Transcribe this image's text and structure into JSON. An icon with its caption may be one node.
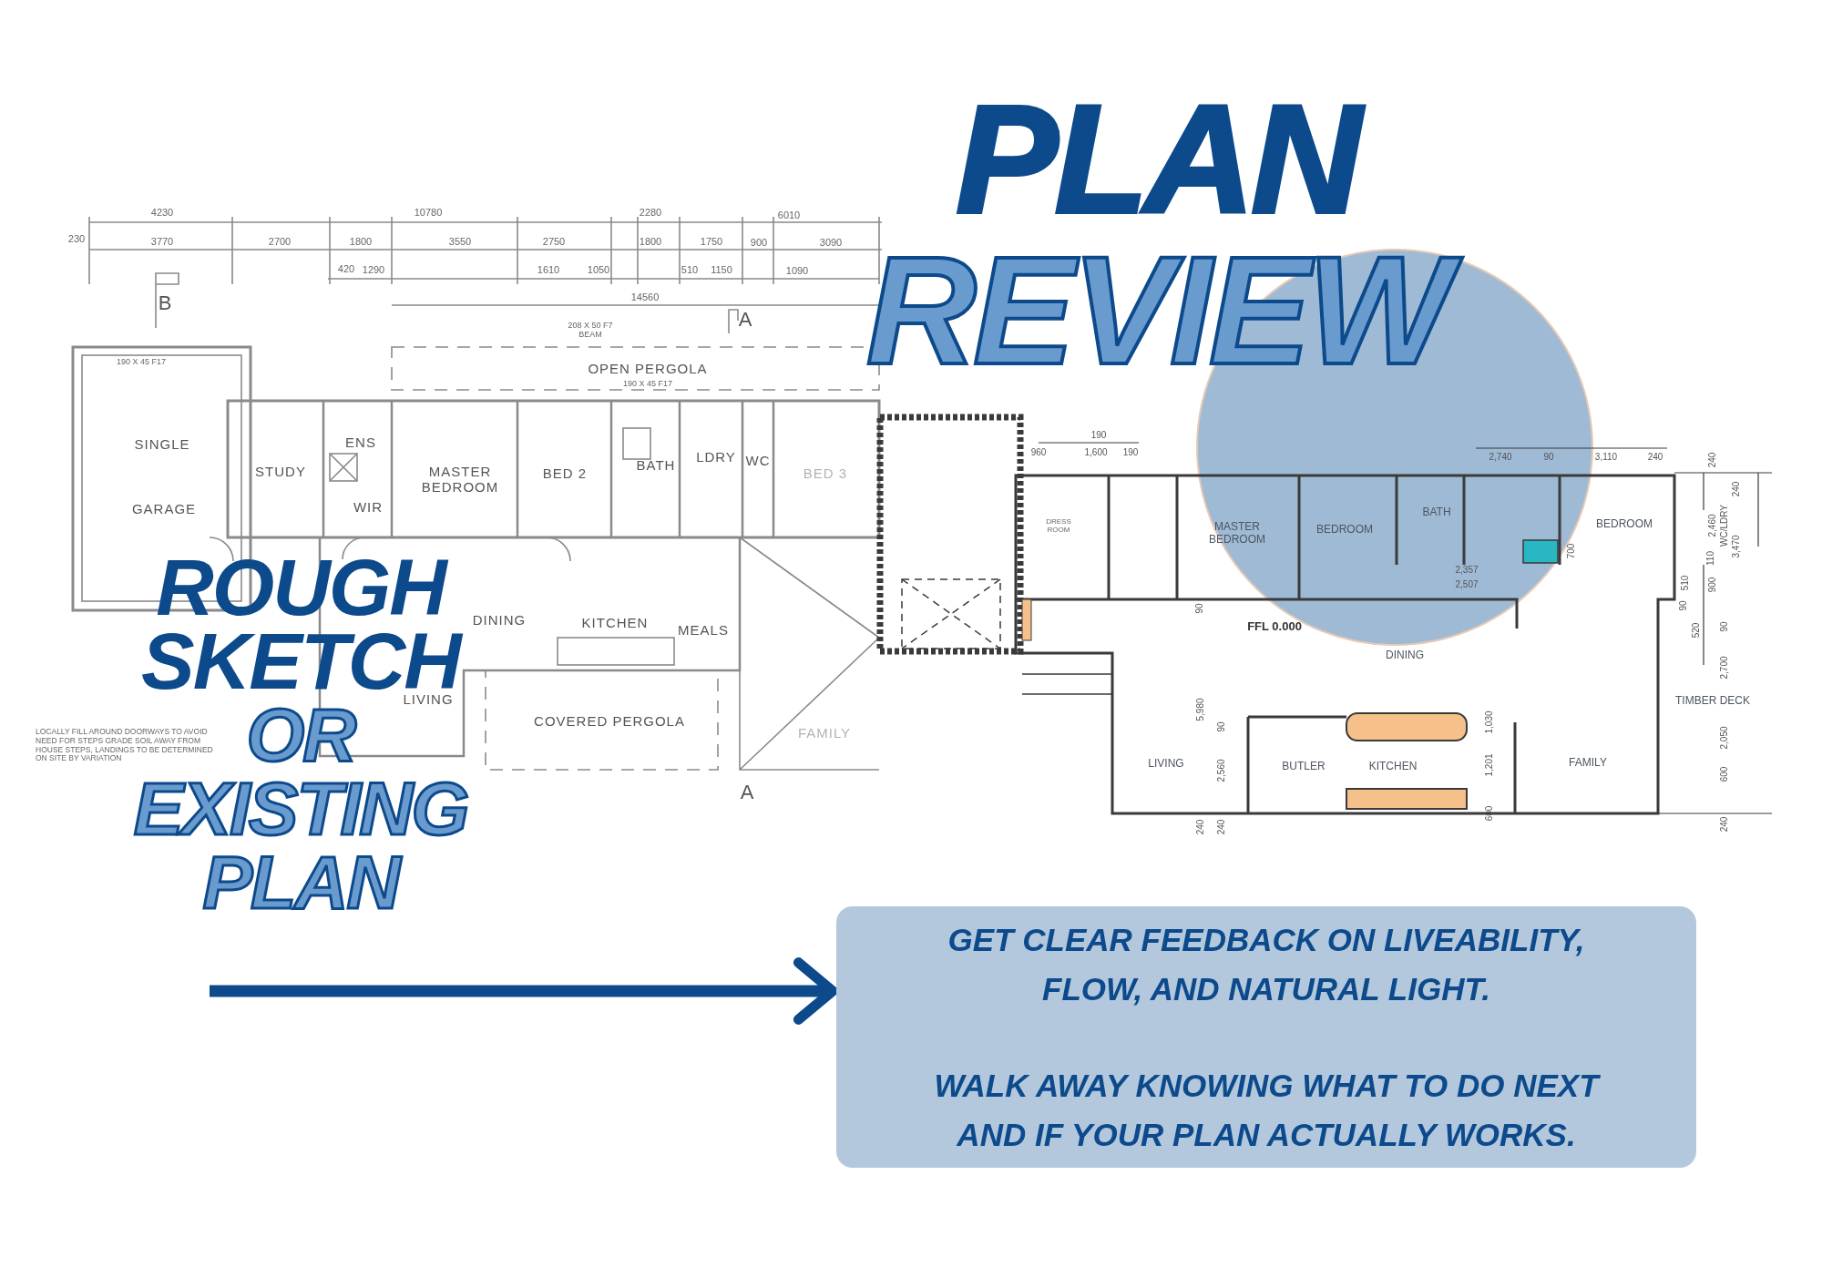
{
  "diagram": {
    "title": "PLAN REVIEW",
    "nodes": [
      {
        "text": [
          "ROUGH SKETCH",
          "OR EXISTING PLAN"
        ]
      },
      {
        "text": [
          "GET CLEAR FEEDBACK ON LIVEABILITY, FLOW, AND NATURAL LIGHT.",
          "WALK AWAY KNOWING WHAT TO DO NEXT AND IF YOUR PLAN ACTUALLY WORKS."
        ]
      }
    ],
    "edges": [
      {
        "from": null,
        "to": 1,
        "arrow": "to"
      }
    ],
    "labels": [
      "4230",
      "10780",
      "2280",
      "6010",
      "230",
      "3770",
      "2700",
      "1800",
      "3550",
      "2750",
      "1800",
      "1750",
      "900",
      "3090",
      "420",
      "1290",
      "1610",
      "1050",
      "510",
      "1150",
      "1090",
      "14560",
      "B",
      "A",
      "208 X 50 F7 BEAM",
      "190 X 45 F17",
      "OPEN PERGOLA",
      "190 X 45 F17",
      "SINGLE",
      "ENS",
      "LDRY",
      "WC",
      "BATH",
      "STUDY",
      "BED 2",
      "BED 3",
      "MASTER BEDROOM",
      "GARAGE",
      "WIR",
      "DINING",
      "KITCHEN",
      "MEALS",
      "FAMILY",
      "LIVING",
      "COVERED PERGOLA",
      "LOCALLY FILL AROUND DOORWAYS TO AVOID NEED FOR STEPS GRADE SOIL AWAY FROM HOUSE STEPS, LANDINGS TO BE DETERMINED ON SITE BY VARIATION",
      "A",
      "190",
      "960",
      "1,600",
      "190",
      "2,740",
      "90",
      "3,110",
      "240",
      "240",
      "240",
      "BATH",
      "DRESS ROOM",
      "BEDROOM",
      "MASTER BEDROOM",
      "BEDROOM",
      "2,460",
      "WC/LDRY",
      "3,470",
      "700",
      "110",
      "2,357",
      "2,507",
      "510",
      "900",
      "90",
      "90",
      "FFL 0.000",
      "520",
      "90",
      "DINING",
      "2,700",
      "5,980",
      "90",
      "1,030",
      "TIMBER DECK",
      "2,050",
      "LIVING",
      "2,560",
      "BUTLER",
      "KITCHEN",
      "1,201",
      "FAMILY",
      "600",
      "240",
      "240",
      "600",
      "240"
    ]
  }
}
